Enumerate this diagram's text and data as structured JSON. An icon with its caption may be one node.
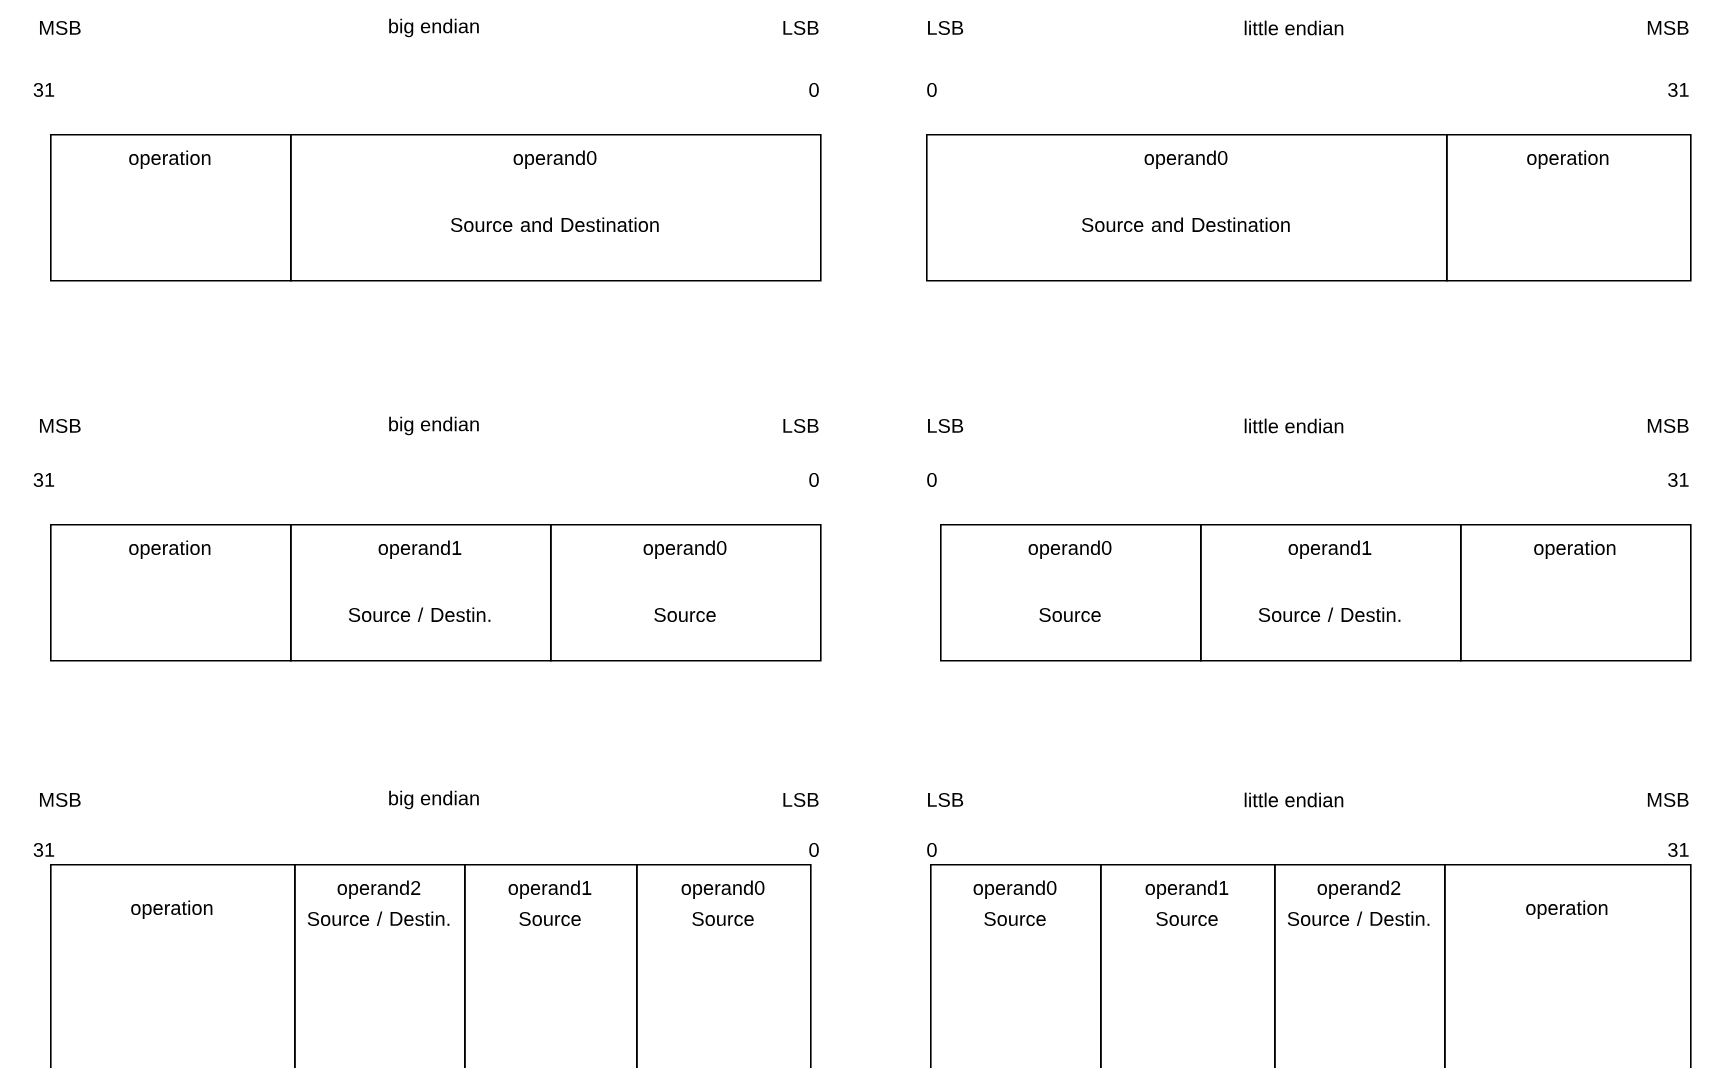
{
  "diagram": {
    "nodes": [
      {
        "text": [
          "operation"
        ]
      },
      {
        "text": [
          "operand0",
          "Source and Destination"
        ]
      },
      {
        "text": [
          "operand0",
          "Source and Destination"
        ]
      },
      {
        "text": [
          "operation"
        ]
      },
      {
        "text": [
          "operation"
        ]
      },
      {
        "text": [
          "operand1",
          "Source / Destin."
        ]
      },
      {
        "text": [
          "operand0",
          "Source"
        ]
      },
      {
        "text": [
          "operand0",
          "Source"
        ]
      },
      {
        "text": [
          "operand1",
          "Source / Destin."
        ]
      },
      {
        "text": [
          "operation"
        ]
      },
      {
        "text": [
          "operation"
        ]
      },
      {
        "text": [
          "operand2",
          "Source / Destin."
        ]
      },
      {
        "text": [
          "operand1",
          "Source"
        ]
      },
      {
        "text": [
          "operand0",
          "Source"
        ]
      },
      {
        "text": [
          "operand0",
          "Source"
        ]
      },
      {
        "text": [
          "operand1",
          "Source"
        ]
      },
      {
        "text": [
          "operand2",
          "Source / Destin."
        ]
      },
      {
        "text": [
          "operation"
        ]
      }
    ],
    "labels": [
      "MSB",
      "big endian",
      "LSB",
      "LSB",
      "little endian",
      "MSB",
      "31",
      "0",
      "0",
      "31",
      "MSB",
      "big endian",
      "LSB",
      "LSB",
      "little endian",
      "MSB",
      "31",
      "0",
      "0",
      "31",
      "MSB",
      "big endian",
      "LSB",
      "LSB",
      "little endian",
      "MSB",
      "31",
      "0",
      "0",
      "31"
    ]
  }
}
